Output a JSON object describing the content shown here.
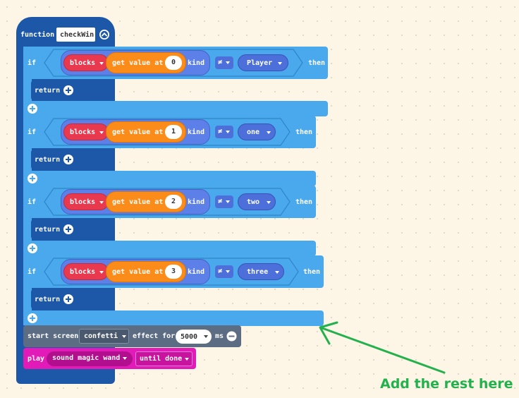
{
  "function_block": {
    "keyword": "function",
    "name": "checkWin"
  },
  "if_blocks": [
    {
      "if_label": "if",
      "array": "blocks",
      "get_label": "get value at",
      "index": "0",
      "kind_label": "kind",
      "operator": "≠",
      "enum_value": "Player",
      "then_label": "then",
      "return_label": "return"
    },
    {
      "if_label": "if",
      "array": "blocks",
      "get_label": "get value at",
      "index": "1",
      "kind_label": "kind",
      "operator": "≠",
      "enum_value": "one",
      "then_label": "then",
      "return_label": "return"
    },
    {
      "if_label": "if",
      "array": "blocks",
      "get_label": "get value at",
      "index": "2",
      "kind_label": "kind",
      "operator": "≠",
      "enum_value": "two",
      "then_label": "then",
      "return_label": "return"
    },
    {
      "if_label": "if",
      "array": "blocks",
      "get_label": "get value at",
      "index": "3",
      "kind_label": "kind",
      "operator": "≠",
      "enum_value": "three",
      "then_label": "then",
      "return_label": "return"
    }
  ],
  "screen_block": {
    "start_label": "start screen",
    "effect_value": "confetti",
    "effect_for_label": "effect for",
    "duration_value": "5000",
    "unit_label": "ms"
  },
  "music_block": {
    "play_label": "play",
    "sound_value": "sound magic wand",
    "mode_value": "until done"
  },
  "annotation": {
    "text": "Add the rest here",
    "color": "#22b14c"
  },
  "colors": {
    "function": "#1d58a8",
    "logic": "#4aa8ec",
    "arrays": "#e8394f",
    "get": "#fc8c1a",
    "enum": "#5c7fe8",
    "screen": "#5c6c82",
    "music": "#e21ab8",
    "background": "#fdf5e6"
  },
  "icons": {
    "collapse": "chevron-up-circle-icon",
    "add": "plus-circle-icon",
    "remove": "minus-circle-icon",
    "dropdown": "triangle-down-icon"
  }
}
